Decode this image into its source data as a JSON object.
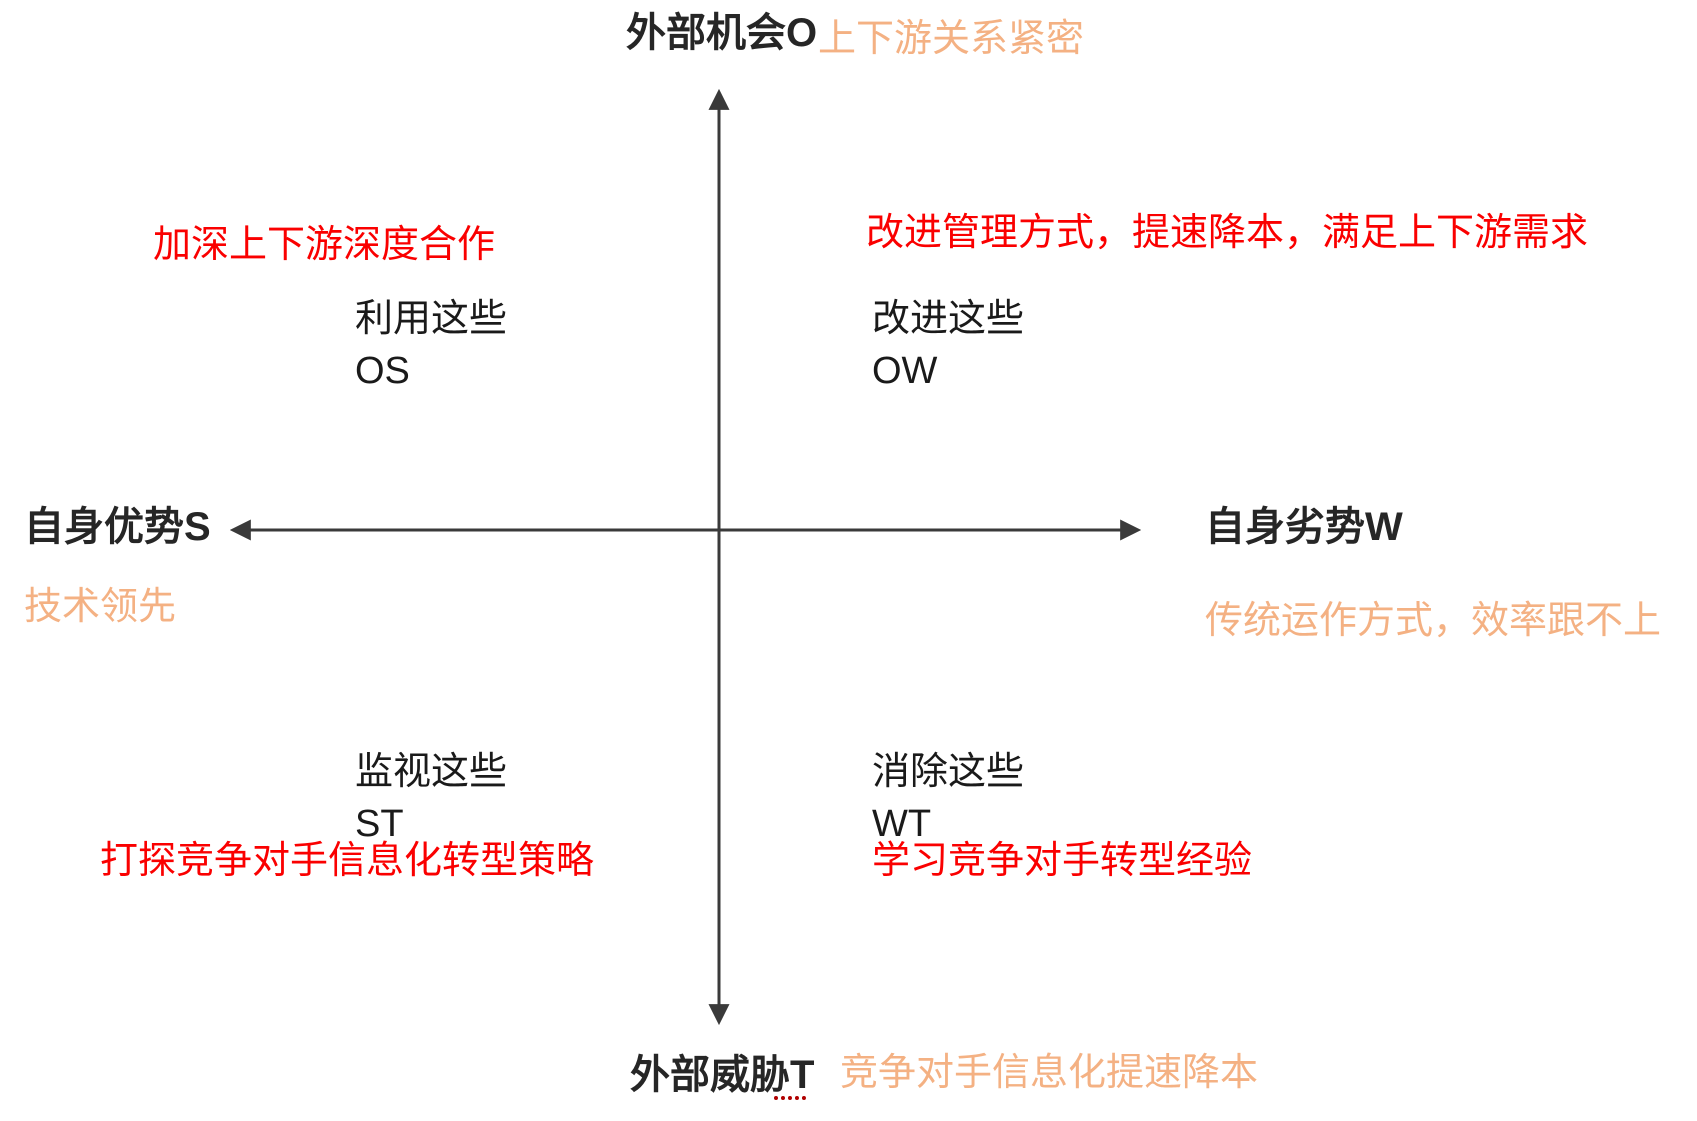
{
  "colors": {
    "red": "#fa0000",
    "orange": "#f4b183",
    "ink": "#1a1a1a",
    "ink_bold": "#262626",
    "axis": "#3a3a3a",
    "bg": "#ffffff"
  },
  "axes": {
    "vertical": {
      "top_label": "外部机会O",
      "top_note": "上下游关系紧密",
      "bottom_label": "外部威胁T",
      "bottom_note": "竞争对手信息化提速降本"
    },
    "horizontal": {
      "left_label": "自身优势S",
      "left_note": "技术领先",
      "right_label": "自身劣势W",
      "right_note": "传统运作方式，效率跟不上"
    }
  },
  "quadrants": {
    "top_left": {
      "strategy": "加深上下游深度合作",
      "action_line1": "利用这些",
      "action_line2": "OS"
    },
    "top_right": {
      "strategy": "改进管理方式，提速降本，满足上下游需求",
      "action_line1": "改进这些",
      "action_line2": "OW"
    },
    "bottom_left": {
      "strategy": "打探竞争对手信息化转型策略",
      "action_line1": "监视这些",
      "action_line2": "ST"
    },
    "bottom_right": {
      "strategy": "学习竞争对手转型经验",
      "action_line1": "消除这些",
      "action_line2": "WT"
    }
  }
}
